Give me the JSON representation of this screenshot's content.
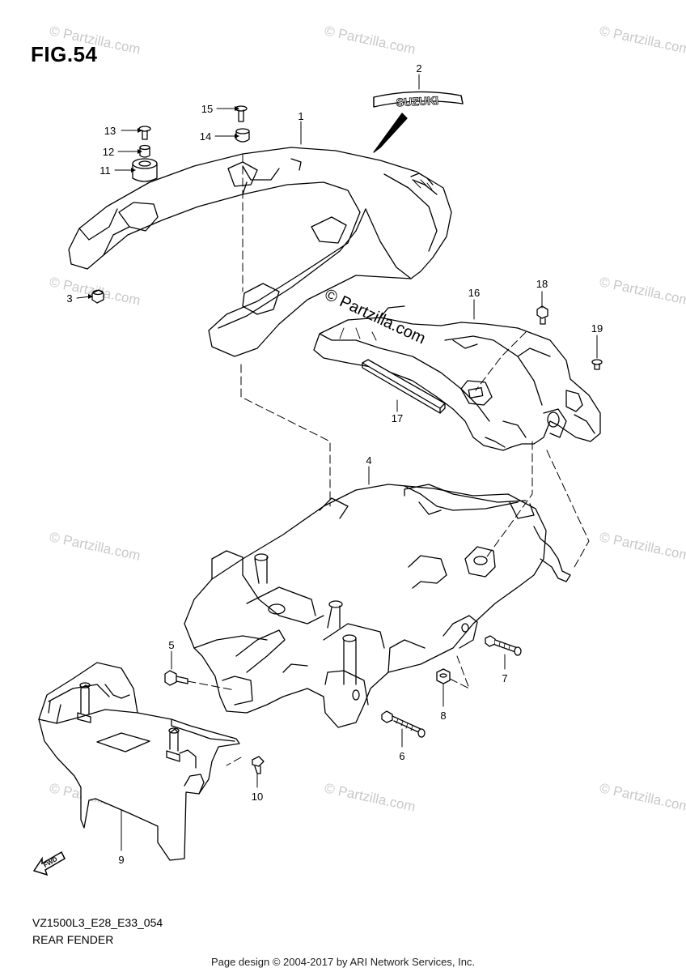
{
  "figure": {
    "title": "FIG.54",
    "model_code": "VZ1500L3_E28_E33_054",
    "section_name": "REAR FENDER"
  },
  "footer": {
    "page_design": "Page design © 2004-2017 by ARI Network Services, Inc."
  },
  "watermark": {
    "text": "© Partzilla.com",
    "center_text": "© Partzilla.com"
  },
  "badge": {
    "text": "SUZUKI"
  },
  "fwd_arrow": {
    "text": "FWD"
  },
  "callouts": [
    {
      "id": "1",
      "label": "1"
    },
    {
      "id": "2",
      "label": "2"
    },
    {
      "id": "3",
      "label": "3"
    },
    {
      "id": "4",
      "label": "4"
    },
    {
      "id": "5",
      "label": "5"
    },
    {
      "id": "6",
      "label": "6"
    },
    {
      "id": "7",
      "label": "7"
    },
    {
      "id": "8",
      "label": "8"
    },
    {
      "id": "9",
      "label": "9"
    },
    {
      "id": "10",
      "label": "10"
    },
    {
      "id": "11",
      "label": "11"
    },
    {
      "id": "12",
      "label": "12"
    },
    {
      "id": "13",
      "label": "13"
    },
    {
      "id": "14",
      "label": "14"
    },
    {
      "id": "15",
      "label": "15"
    },
    {
      "id": "16",
      "label": "16"
    },
    {
      "id": "17",
      "label": "17"
    },
    {
      "id": "18",
      "label": "18"
    },
    {
      "id": "19",
      "label": "19"
    }
  ]
}
